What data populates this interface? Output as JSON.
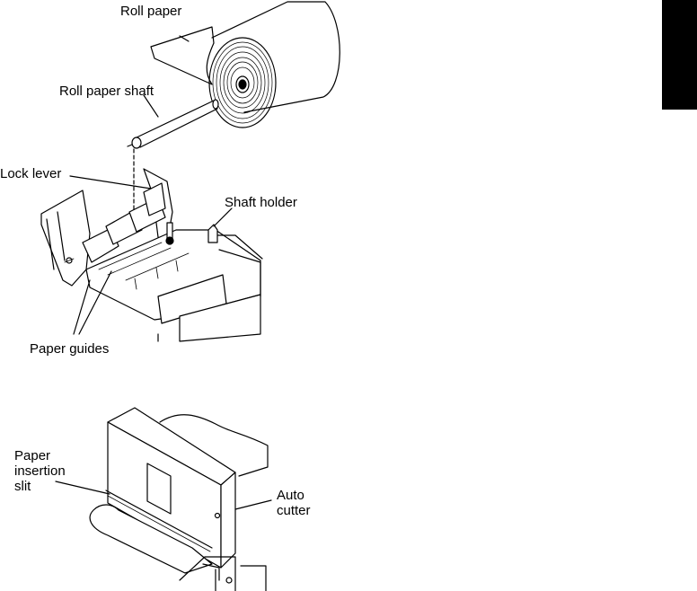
{
  "labels": {
    "roll_paper": "Roll paper",
    "roll_paper_shaft": "Roll paper shaft",
    "lock_lever": "Lock lever",
    "shaft_holder": "Shaft holder",
    "paper_guides": "Paper guides",
    "paper_insertion_slit": "Paper\ninsertion\nslit",
    "auto_cutter": "Auto\ncutter"
  }
}
